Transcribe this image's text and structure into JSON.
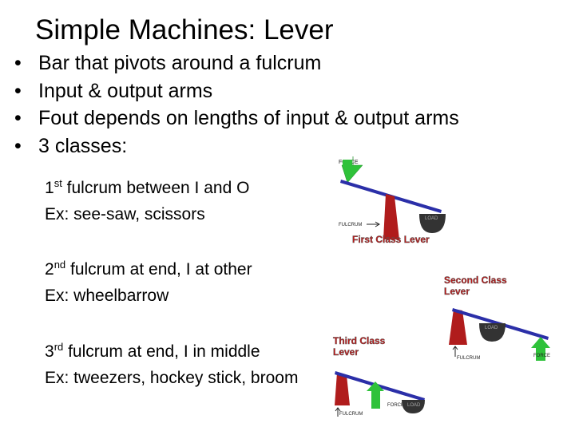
{
  "slide": {
    "title": "Simple Machines: Lever",
    "bullets": [
      "Bar that pivots around a fulcrum",
      "Input & output arms",
      "Fout depends on lengths of input & output arms",
      "3 classes:"
    ],
    "classes": [
      {
        "num": "1",
        "suffix": "st",
        "desc": " fulcrum between I and O",
        "example": "Ex: see-saw, scissors"
      },
      {
        "num": "2",
        "suffix": "nd",
        "desc": " fulcrum at end, I at other",
        "example": "Ex: wheelbarrow"
      },
      {
        "num": "3",
        "suffix": "rd",
        "desc": " fulcrum at end, I in middle",
        "example": "Ex: tweezers, hockey stick, broom"
      }
    ]
  },
  "diagrams": {
    "first": {
      "caption": "First Class Lever",
      "force": "FORCE",
      "fulcrum": "FULCRUM",
      "load": "LOAD"
    },
    "second": {
      "caption_line1": "Second Class",
      "caption_line2": "Lever",
      "force": "FORCE",
      "fulcrum": "FULCRUM",
      "load": "LOAD"
    },
    "third": {
      "caption_line1": "Third Class",
      "caption_line2": "Lever",
      "force": "FORCE",
      "fulcrum": "FULCRUM",
      "load": "LOAD"
    }
  },
  "colors": {
    "bar": "#2b2fa8",
    "fulcrum": "#b01c1c",
    "force_arrow": "#2fc23a",
    "caption": "#c01818",
    "weight": "#333333"
  }
}
